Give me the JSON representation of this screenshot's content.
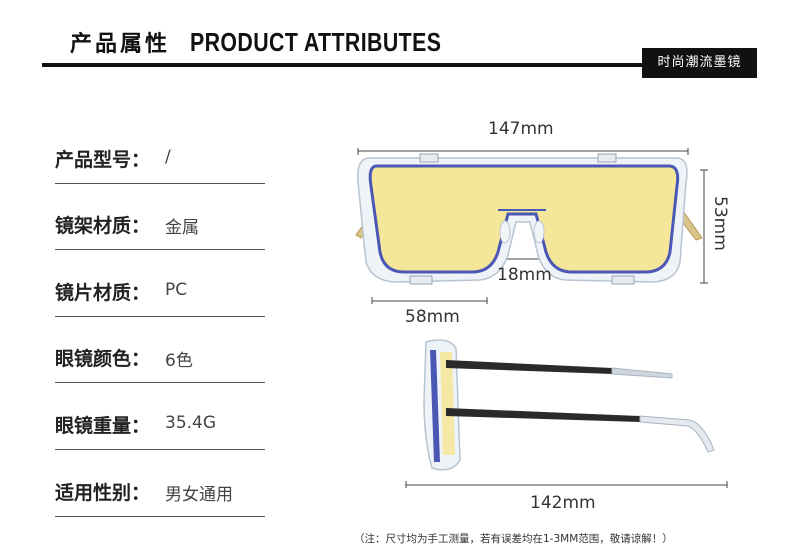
{
  "header": {
    "title_cn": "产品属性",
    "title_en": "PRODUCT ATTRIBUTES",
    "tag": "时尚潮流墨镜"
  },
  "attributes": [
    {
      "label": "产品型号：",
      "value": "/"
    },
    {
      "label": "镜架材质：",
      "value": "金属"
    },
    {
      "label": "镜片材质：",
      "value": "PC"
    },
    {
      "label": "眼镜颜色：",
      "value": "6色"
    },
    {
      "label": "眼镜重量：",
      "value": "35.4G"
    },
    {
      "label": "适用性别：",
      "value": "男女通用"
    }
  ],
  "dimensions": {
    "total_width": "147mm",
    "height": "53mm",
    "bridge": "18mm",
    "lens_width": "58mm",
    "temple_length": "142mm"
  },
  "note": "（注：尺寸均为手工测量，若有误差均在1-3MM范围，敬请谅解！）",
  "colors": {
    "lens": "#f5e79a",
    "rim": "#4b57b5",
    "frame": "#dfe6ee",
    "temple": "#222222"
  }
}
